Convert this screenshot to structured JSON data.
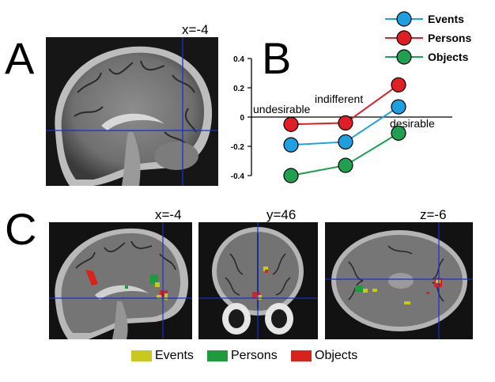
{
  "figure": {
    "panel_labels": {
      "a": "A",
      "b": "B",
      "c": "C"
    },
    "panel_a": {
      "coord": "x=-4"
    },
    "panel_c": {
      "coords": [
        "x=-4",
        "y=46",
        "z=-6"
      ],
      "legend": [
        {
          "label": "Events",
          "color": "#c8c81e"
        },
        {
          "label": "Persons",
          "color": "#1f9a3c"
        },
        {
          "label": "Objects",
          "color": "#d8231d"
        }
      ]
    }
  },
  "chart_data": {
    "type": "line",
    "categories": [
      "undesirable",
      "indifferent",
      "desirable"
    ],
    "ylim": [
      -0.4,
      0.4
    ],
    "yticks": [
      "0.4",
      "0.2",
      "0",
      "-0.2",
      "-0.4"
    ],
    "series": [
      {
        "name": "Events",
        "values": [
          -0.19,
          -0.17,
          0.07
        ],
        "color": "#1ea0e0"
      },
      {
        "name": "Persons",
        "values": [
          -0.05,
          -0.04,
          0.22
        ],
        "color": "#e01e25"
      },
      {
        "name": "Objects",
        "values": [
          -0.4,
          -0.33,
          -0.11
        ],
        "color": "#1fa050"
      }
    ]
  }
}
